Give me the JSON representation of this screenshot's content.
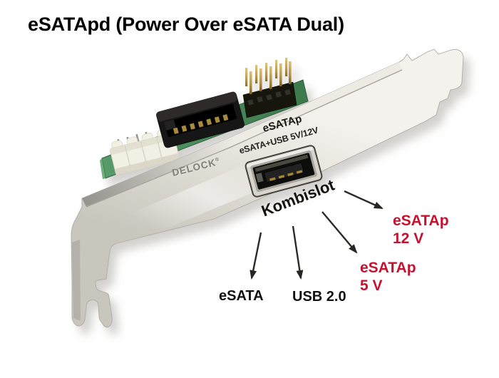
{
  "title": "eSATApd (Power Over eSATA Dual)",
  "bracket": {
    "brand": "DELOCK",
    "brand_mark": "®",
    "print_line1": "eSATAp",
    "print_line2": "eSATA+USB 5V/12V"
  },
  "callouts": {
    "kombislot": "Kombislot",
    "esata": "eSATA",
    "usb": "USB 2.0",
    "esatap_5v": {
      "name": "eSATAp",
      "voltage": "5 V"
    },
    "esatap_12v": {
      "name": "eSATAp",
      "voltage": "12 V"
    }
  },
  "arrows": [
    "to-esata",
    "to-usb-2.0",
    "to-esatap-5v",
    "to-esatap-12v"
  ],
  "colors": {
    "highlight_red": "#c4122f",
    "label_black": "#111111",
    "pcb_green": "#4a8c5c",
    "bracket_metal": "#e3e0d9",
    "arrow_black": "#2b2a27"
  }
}
